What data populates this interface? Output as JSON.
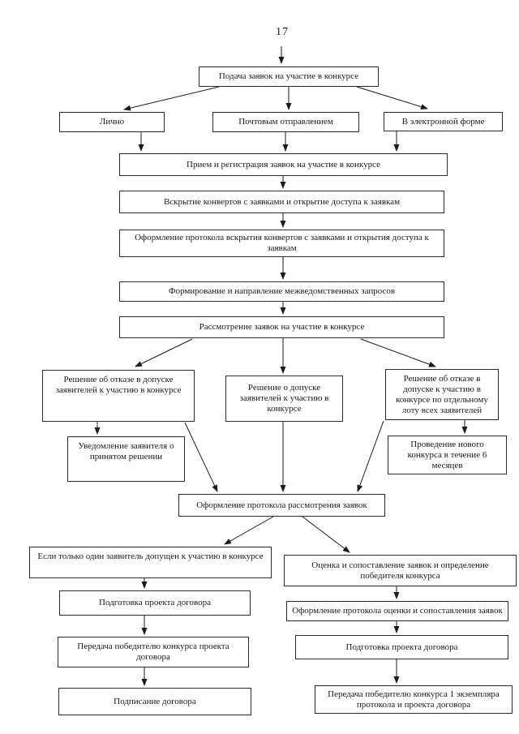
{
  "page_number": "17",
  "flowchart": {
    "nodes": {
      "submit": "Подача заявок на участие в конкурсе",
      "in_person": "Лично",
      "by_mail": "Почтовым отправлением",
      "electronic": "В электронной форме",
      "reception": "Прием и регистрация заявок на участие в конкурсе",
      "envelope_opening": "Вскрытие конвертов с заявками и открытие доступа к заявкам",
      "opening_protocol": "Оформление протокола вскрытия конвертов с заявками и открытия доступа к заявкам",
      "interagency_requests": "Формирование и направление межведомственных запросов",
      "consideration": "Рассмотрение заявок на участие в конкурсе",
      "refusal_all": "Решение об отказе в допуске заявителей к участию в конкурсе",
      "notification": "Уведомление заявителя о принятом решении",
      "admission": "Решение о допуске заявителей к участию в конкурсе",
      "refusal_lot": "Решение об отказе в допуске к участию в конкурсе по отдельному лоту всех заявителей",
      "new_tender": "Проведение нового конкурса в течение 6 месяцев",
      "consideration_protocol": "Оформление протокола рассмотрения заявок",
      "single_applicant": "Если только один заявитель допущен к участию в конкурсе",
      "draft_contract_left": "Подготовка проекта договора",
      "transfer_left": "Передача победителю конкурса проекта договора",
      "signing": "Подписание договора",
      "evaluation": "Оценка и сопоставление заявок и определение победителя конкурса",
      "evaluation_protocol": "Оформление протокола оценки и сопоставления заявок",
      "draft_contract_right": "Подготовка проекта договора",
      "transfer_right": "Передача победителю конкурса 1 экземпляра протокола и проекта договора"
    },
    "colors": {
      "ink": "#1b1b1b",
      "paper": "#ffffff"
    }
  }
}
